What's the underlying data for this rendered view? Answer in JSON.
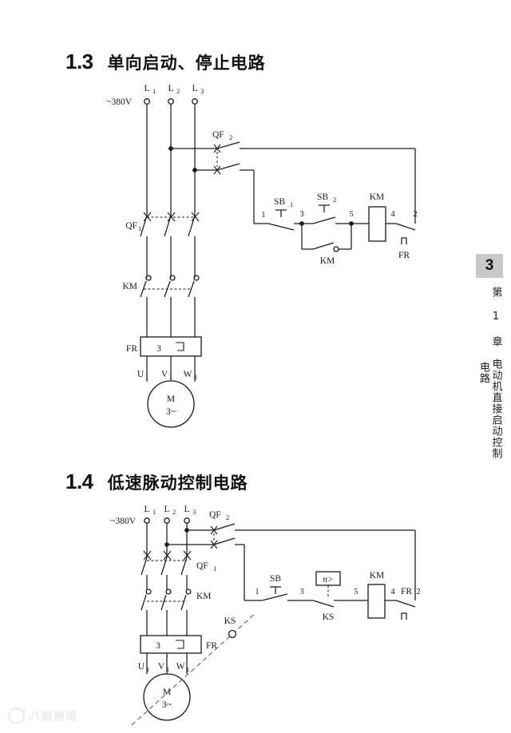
{
  "page": {
    "background": "#ffffff",
    "ink": "#1a1a1a"
  },
  "sections": [
    {
      "number": "1.3",
      "title": "单向启动、停止电路"
    },
    {
      "number": "1.4",
      "title": "低速脉动控制电路"
    }
  ],
  "side_tab": {
    "page_number": "3",
    "chapter_text": "第 1 章　电动机直接启动控制电路",
    "badge_color": "#c9c9c9"
  },
  "circuit_13": {
    "supply_label": "~380V",
    "phase_terminals": [
      "L",
      "L",
      "L"
    ],
    "phase_subscripts": [
      "1",
      "2",
      "3"
    ],
    "breaker_main": "QF",
    "breaker_main_sub": "1",
    "breaker_control": "QF",
    "breaker_control_sub": "2",
    "contactor_main": "KM",
    "overload_relay": "FR",
    "overload_relay_poles": "3",
    "motor_label": "M",
    "motor_phase": "3~",
    "motor_terminals": [
      "U",
      "V",
      "W"
    ],
    "motor_terminal_subs": [
      "1",
      "1",
      "1"
    ],
    "control_nodes": [
      "1",
      "3",
      "5",
      "4",
      "2"
    ],
    "stop_button": "SB",
    "stop_button_sub": "1",
    "start_button": "SB",
    "start_button_sub": "2",
    "holding_contact": "KM",
    "coil": "KM",
    "thermal_contact": "FR"
  },
  "circuit_14": {
    "supply_label": "~380V",
    "phase_terminals": [
      "L",
      "L",
      "L"
    ],
    "phase_subscripts": [
      "1",
      "2",
      "3"
    ],
    "breaker_main": "QF",
    "breaker_main_sub": "1",
    "breaker_control": "QF",
    "breaker_control_sub": "2",
    "contactor_main": "KM",
    "overload_relay": "FR",
    "overload_relay_poles": "3",
    "motor_label": "M",
    "motor_phase": "3~",
    "motor_terminals": [
      "U",
      "V",
      "W"
    ],
    "motor_terminal_subs": [
      "1",
      "1",
      "1"
    ],
    "control_nodes": [
      "1",
      "3",
      "5",
      "4",
      "2"
    ],
    "start_button": "SB",
    "speed_relay_symbol": "n>",
    "speed_relay_contact": "KS",
    "speed_relay_device": "KS",
    "coil": "KM",
    "thermal_contact": "FR"
  },
  "watermark": {
    "text": "八敏跨境"
  }
}
